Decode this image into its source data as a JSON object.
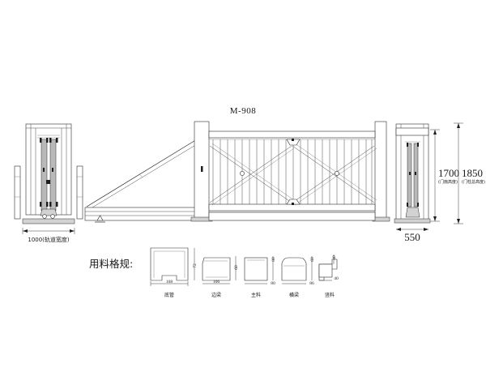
{
  "drawing": {
    "title": "M-908",
    "background_color": "#ffffff",
    "line_color": "#2b2b2b"
  },
  "left_view": {
    "name": "post-front-elevation",
    "dimension_value": "1000",
    "dimension_note": "(轨道宽度)",
    "dimension_label": "1000(轨道宽度)"
  },
  "right_view": {
    "name": "post-side-elevation",
    "width_dimension": "550",
    "height_dimensions": [
      {
        "value": "1700",
        "note": "(门扇高度)"
      },
      {
        "value": "1850",
        "note": "(门柱总高度)"
      }
    ]
  },
  "gate": {
    "picket_count_panel_a": 22,
    "picket_count_panel_b": 22,
    "bracing": "x-cross-bracing"
  },
  "materials": {
    "section_title": "用料格规:",
    "profiles": [
      {
        "label": "底管",
        "width": "168",
        "height": "72",
        "shape": "channel"
      },
      {
        "label": "边梁",
        "width": "106",
        "height": "60",
        "shape": "stepped-box"
      },
      {
        "label": "主料",
        "width": "80",
        "height": "80",
        "shape": "square"
      },
      {
        "label": "横梁",
        "width": "86",
        "height": "60",
        "shape": "domed-box"
      },
      {
        "label": "竖料",
        "width": "40",
        "height": "40",
        "shape": "angle"
      }
    ]
  }
}
